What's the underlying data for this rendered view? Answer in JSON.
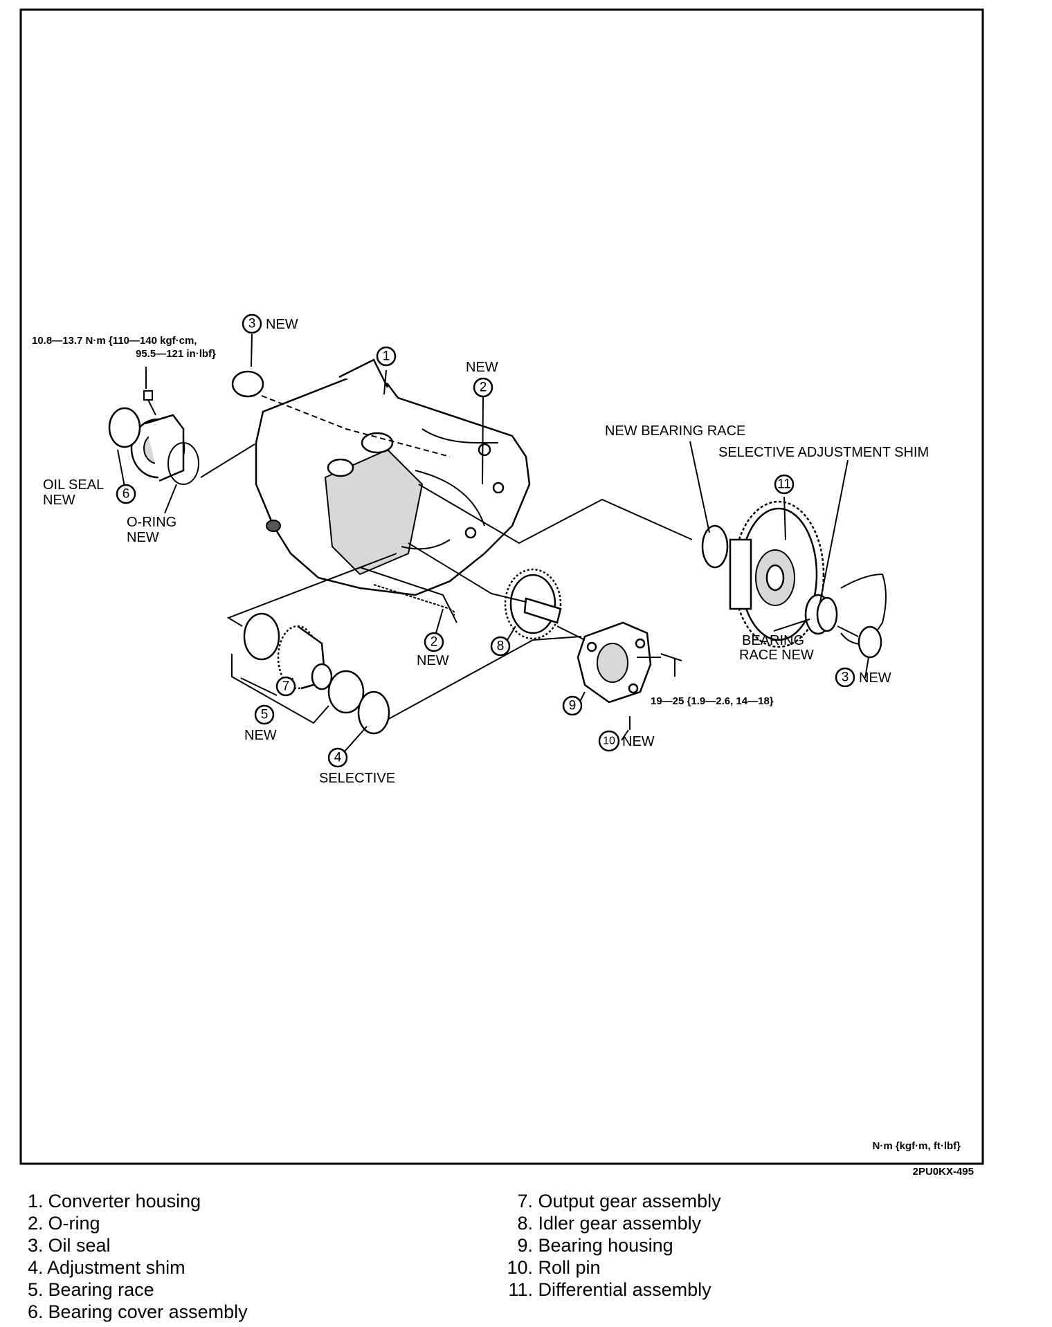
{
  "callouts": {
    "torque_top_line1": "10.8—13.7 N·m {110—140 kgf·cm,",
    "torque_top_line2": "95.5—121 in·lbf}",
    "torque_right": "19—25 {1.9—2.6, 14—18}",
    "new": "NEW",
    "oil_seal": "OIL SEAL",
    "o_ring": "O-RING",
    "new_bearing_race": "NEW BEARING RACE",
    "selective_adjustment_shim": "SELECTIVE ADJUSTMENT SHIM",
    "bearing": "BEARING",
    "race_new": "RACE NEW",
    "selective": "SELECTIVE",
    "units": "N·m {kgf·m, ft·lbf}",
    "figure_code": "2PU0KX-495"
  },
  "numbers": {
    "n1": "1",
    "n2": "2",
    "n3": "3",
    "n4": "4",
    "n5": "5",
    "n6": "6",
    "n7": "7",
    "n8": "8",
    "n9": "9",
    "n10": "10",
    "n11": "11"
  },
  "legend": {
    "left": [
      {
        "num": "1.",
        "text": "Converter housing"
      },
      {
        "num": "2.",
        "text": "O-ring"
      },
      {
        "num": "3.",
        "text": "Oil seal"
      },
      {
        "num": "4.",
        "text": "Adjustment shim"
      },
      {
        "num": "5.",
        "text": "Bearing race"
      },
      {
        "num": "6.",
        "text": "Bearing cover assembly"
      }
    ],
    "right": [
      {
        "num": "7.",
        "text": "Output gear assembly"
      },
      {
        "num": "8.",
        "text": "Idler gear assembly"
      },
      {
        "num": "9.",
        "text": "Bearing housing"
      },
      {
        "num": "10.",
        "text": "Roll pin"
      },
      {
        "num": "11.",
        "text": "Differential assembly"
      }
    ]
  }
}
